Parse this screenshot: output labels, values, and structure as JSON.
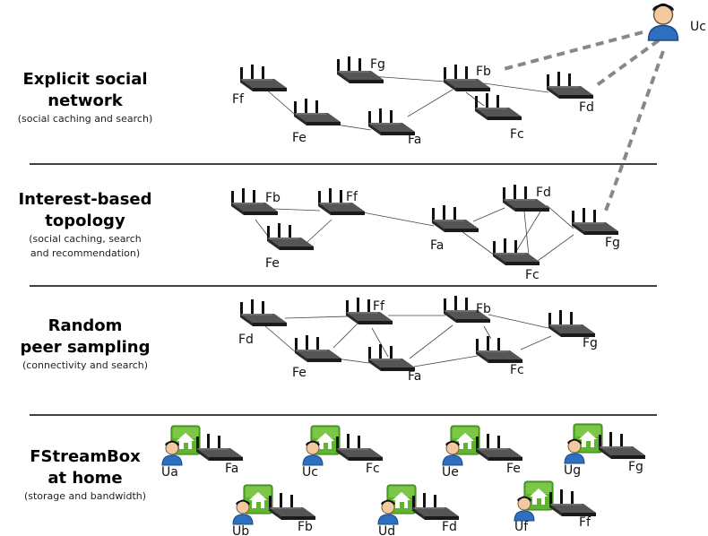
{
  "user": {
    "label": "Uc"
  },
  "layers": [
    {
      "id": "social",
      "title": [
        "Explicit social",
        "network"
      ],
      "subtitle": [
        "(social caching and search)"
      ]
    },
    {
      "id": "interest",
      "title": [
        "Interest-based",
        "topology"
      ],
      "subtitle": [
        "(social caching, search",
        "and recommendation)"
      ]
    },
    {
      "id": "random",
      "title": [
        "Random",
        "peer sampling"
      ],
      "subtitle": [
        "(connectivity and search)"
      ]
    },
    {
      "id": "home",
      "title": [
        "FStreamBox",
        "at home"
      ],
      "subtitle": [
        "(storage and bandwidth)"
      ]
    }
  ],
  "social_nodes": [
    "Ff",
    "Fg",
    "Fb",
    "Fd",
    "Fe",
    "Fa",
    "Fc"
  ],
  "interest_nodes": [
    "Fb",
    "Ff",
    "Fe",
    "Fa",
    "Fd",
    "Fc",
    "Fg"
  ],
  "random_nodes": [
    "Fd",
    "Ff",
    "Fb",
    "Fg",
    "Fe",
    "Fa",
    "Fc"
  ],
  "home_units": [
    {
      "user": "Ua",
      "box": "Fa"
    },
    {
      "user": "Uc",
      "box": "Fc"
    },
    {
      "user": "Ue",
      "box": "Fe"
    },
    {
      "user": "Ug",
      "box": "Fg"
    },
    {
      "user": "Ub",
      "box": "Fb"
    },
    {
      "user": "Ud",
      "box": "Fd"
    },
    {
      "user": "Uf",
      "box": "Ff"
    }
  ]
}
